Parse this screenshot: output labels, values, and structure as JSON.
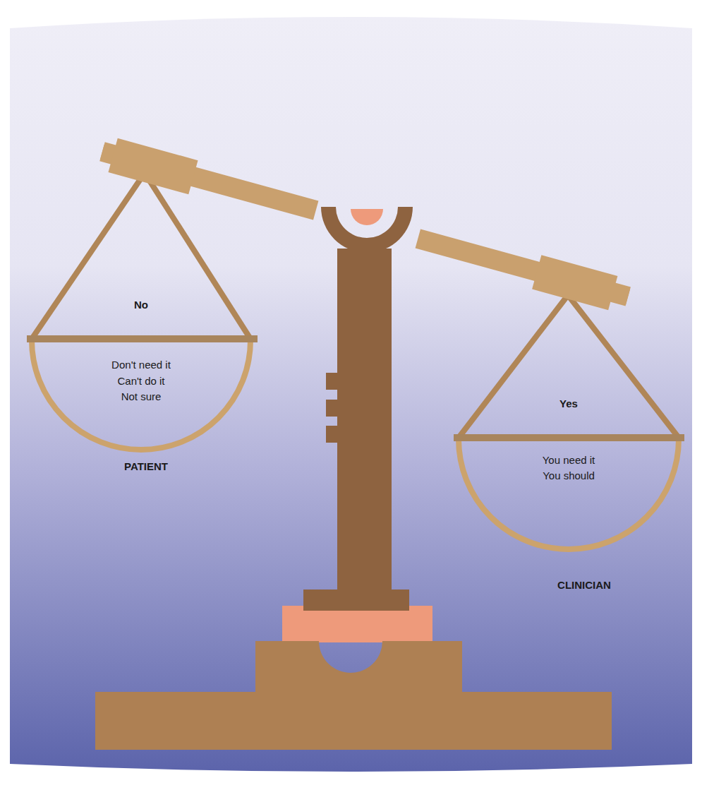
{
  "diagram": {
    "nodes": [
      {
        "text": [
          "No",
          "Don't need it",
          "Can't do it",
          "Not sure"
        ]
      },
      {
        "text": [
          "Yes",
          "You need it",
          "You should"
        ]
      }
    ],
    "labels": [
      "PATIENT",
      "CLINICIAN"
    ]
  }
}
